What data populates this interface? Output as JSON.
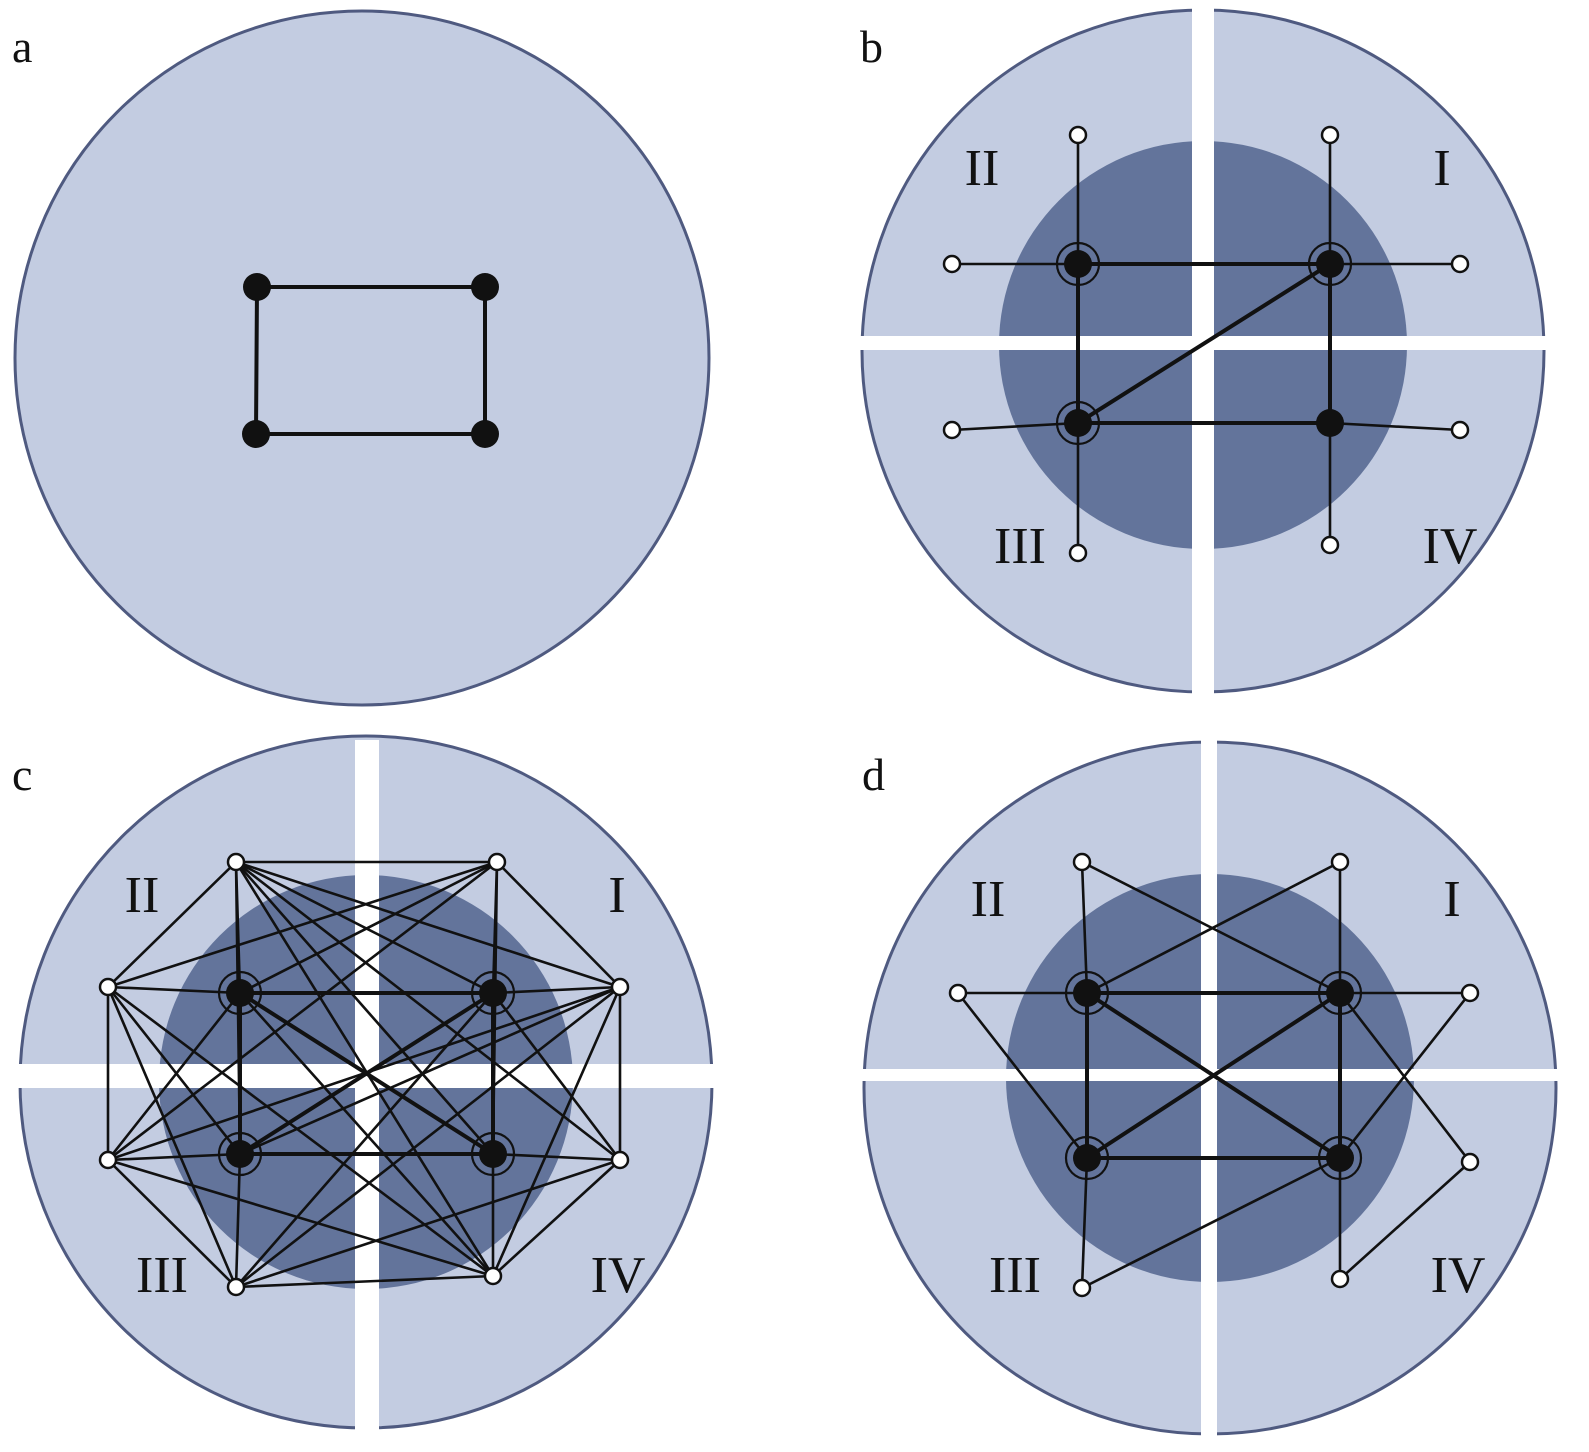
{
  "colors": {
    "background": "#ffffff",
    "outer_fill": "#c3cce1",
    "outer_stroke": "#4f5a80",
    "inner_fill": "#63749b",
    "gap": "#ffffff",
    "edge": "#111111",
    "node_filled": "#111111",
    "node_open_fill": "#ffffff"
  },
  "panels": [
    {
      "id": "a",
      "letter": "a",
      "quadrant_labels": [],
      "nodes": [
        {
          "id": "A1",
          "kind": "filled"
        },
        {
          "id": "A2",
          "kind": "filled"
        },
        {
          "id": "A3",
          "kind": "filled"
        },
        {
          "id": "A4",
          "kind": "filled"
        }
      ],
      "edges": [
        [
          "A1",
          "A2"
        ],
        [
          "A2",
          "A4"
        ],
        [
          "A4",
          "A3"
        ],
        [
          "A3",
          "A1"
        ]
      ]
    },
    {
      "id": "b",
      "letter": "b",
      "quadrant_labels": [
        "I",
        "II",
        "III",
        "IV"
      ],
      "nodes": [
        {
          "id": "II",
          "kind": "ringed"
        },
        {
          "id": "I",
          "kind": "ringed"
        },
        {
          "id": "III",
          "kind": "ringed"
        },
        {
          "id": "IV",
          "kind": "filled"
        },
        {
          "id": "IIu",
          "kind": "open"
        },
        {
          "id": "IIl",
          "kind": "open"
        },
        {
          "id": "Iu",
          "kind": "open"
        },
        {
          "id": "Ir",
          "kind": "open"
        },
        {
          "id": "IIIl",
          "kind": "open"
        },
        {
          "id": "IIId",
          "kind": "open"
        },
        {
          "id": "IVr",
          "kind": "open"
        },
        {
          "id": "IVd",
          "kind": "open"
        }
      ],
      "edges": [
        [
          "II",
          "I"
        ],
        [
          "II",
          "III"
        ],
        [
          "I",
          "IV"
        ],
        [
          "III",
          "IV"
        ],
        [
          "III",
          "I"
        ],
        [
          "II",
          "IIu"
        ],
        [
          "II",
          "IIl"
        ],
        [
          "I",
          "Iu"
        ],
        [
          "I",
          "Ir"
        ],
        [
          "III",
          "IIIl"
        ],
        [
          "III",
          "IIId"
        ],
        [
          "IV",
          "IVr"
        ],
        [
          "IV",
          "IVd"
        ]
      ]
    },
    {
      "id": "c",
      "letter": "c",
      "quadrant_labels": [
        "I",
        "II",
        "III",
        "IV"
      ],
      "nodes": [
        {
          "id": "II",
          "kind": "ringed"
        },
        {
          "id": "I",
          "kind": "ringed"
        },
        {
          "id": "III",
          "kind": "ringed"
        },
        {
          "id": "IV",
          "kind": "ringed"
        },
        {
          "id": "t1",
          "kind": "open"
        },
        {
          "id": "t2",
          "kind": "open"
        },
        {
          "id": "l1",
          "kind": "open"
        },
        {
          "id": "r1",
          "kind": "open"
        },
        {
          "id": "l2",
          "kind": "open"
        },
        {
          "id": "r2",
          "kind": "open"
        },
        {
          "id": "b1",
          "kind": "open"
        },
        {
          "id": "b2",
          "kind": "open"
        }
      ],
      "edges": [
        [
          "II",
          "I"
        ],
        [
          "II",
          "III"
        ],
        [
          "I",
          "IV"
        ],
        [
          "III",
          "IV"
        ],
        [
          "II",
          "IV"
        ],
        [
          "I",
          "III"
        ],
        [
          "t1",
          "t2"
        ],
        [
          "t1",
          "l1"
        ],
        [
          "t2",
          "r1"
        ],
        [
          "l1",
          "l2"
        ],
        [
          "r1",
          "r2"
        ],
        [
          "l2",
          "b1"
        ],
        [
          "r2",
          "b2"
        ],
        [
          "b1",
          "b2"
        ],
        [
          "t1",
          "II"
        ],
        [
          "t1",
          "I"
        ],
        [
          "t1",
          "r1"
        ],
        [
          "t1",
          "r2"
        ],
        [
          "t1",
          "IV"
        ],
        [
          "t1",
          "b2"
        ],
        [
          "t2",
          "I"
        ],
        [
          "t2",
          "II"
        ],
        [
          "t2",
          "l1"
        ],
        [
          "t2",
          "l2"
        ],
        [
          "l1",
          "II"
        ],
        [
          "l1",
          "III"
        ],
        [
          "l1",
          "b1"
        ],
        [
          "l1",
          "b2"
        ],
        [
          "r1",
          "I"
        ],
        [
          "r1",
          "III"
        ],
        [
          "r1",
          "b1"
        ],
        [
          "r1",
          "b2"
        ],
        [
          "r1",
          "l2"
        ],
        [
          "l2",
          "III"
        ],
        [
          "l2",
          "b2"
        ],
        [
          "l2",
          "II"
        ],
        [
          "r2",
          "IV"
        ],
        [
          "r2",
          "b1"
        ],
        [
          "r2",
          "I"
        ],
        [
          "b1",
          "III"
        ],
        [
          "b1",
          "I"
        ],
        [
          "b2",
          "IV"
        ],
        [
          "b2",
          "II"
        ],
        [
          "t1",
          "III"
        ],
        [
          "t2",
          "IV"
        ]
      ]
    },
    {
      "id": "d",
      "letter": "d",
      "quadrant_labels": [
        "I",
        "II",
        "III",
        "IV"
      ],
      "nodes": [
        {
          "id": "II",
          "kind": "ringed"
        },
        {
          "id": "I",
          "kind": "ringed"
        },
        {
          "id": "III",
          "kind": "ringed"
        },
        {
          "id": "IV",
          "kind": "ringed"
        },
        {
          "id": "tl",
          "kind": "open"
        },
        {
          "id": "tr",
          "kind": "open"
        },
        {
          "id": "ml",
          "kind": "open"
        },
        {
          "id": "mr",
          "kind": "open"
        },
        {
          "id": "br",
          "kind": "open"
        },
        {
          "id": "bl",
          "kind": "open"
        },
        {
          "id": "bb",
          "kind": "open"
        }
      ],
      "edges": [
        [
          "II",
          "I"
        ],
        [
          "II",
          "III"
        ],
        [
          "I",
          "IV"
        ],
        [
          "III",
          "IV"
        ],
        [
          "II",
          "IV"
        ],
        [
          "III",
          "I"
        ],
        [
          "tl",
          "II"
        ],
        [
          "tl",
          "I"
        ],
        [
          "tr",
          "I"
        ],
        [
          "tr",
          "II"
        ],
        [
          "ml",
          "II"
        ],
        [
          "ml",
          "III"
        ],
        [
          "mr",
          "I"
        ],
        [
          "mr",
          "IV"
        ],
        [
          "br",
          "I"
        ],
        [
          "br",
          "bb"
        ],
        [
          "bl",
          "III"
        ],
        [
          "bl",
          "IV"
        ],
        [
          "bb",
          "IV"
        ]
      ]
    }
  ]
}
